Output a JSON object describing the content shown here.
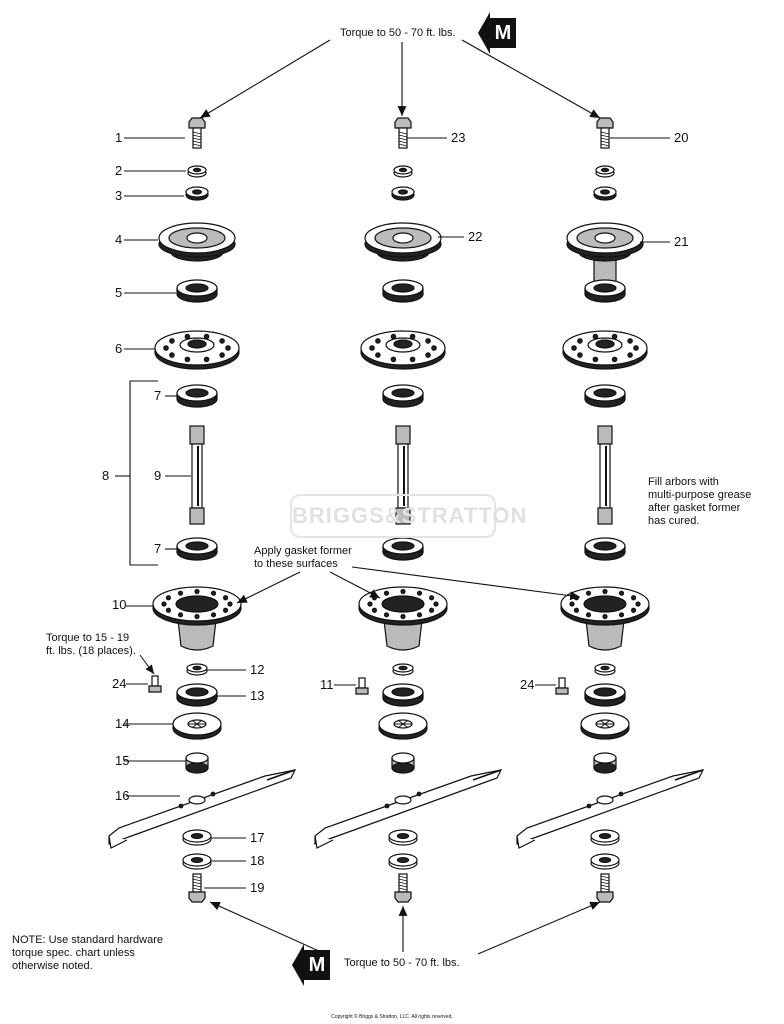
{
  "notes": {
    "top_torque": "Torque to 50 - 70 ft. lbs.",
    "bottom_torque": "Torque to 50 - 70 ft. lbs.",
    "side_torque": [
      "Torque to 15 - 19",
      "ft. lbs. (18 places)."
    ],
    "grease": [
      "Fill arbors with",
      "multi-purpose grease",
      "after gasket former",
      "has cured."
    ],
    "gasket": [
      "Apply gasket former",
      "to these surfaces"
    ],
    "hardware": [
      "NOTE: Use standard hardware",
      "torque spec. chart unless",
      "otherwise noted."
    ]
  },
  "badges": {
    "top": "M",
    "bottom": "M"
  },
  "watermark": "BRIGGS&STRATTON",
  "copyright": "Copyright © Briggs & Stratton, LLC. All rights reserved.",
  "callouts": [
    "1",
    "2",
    "3",
    "4",
    "5",
    "6",
    "7",
    "8",
    "9",
    "7",
    "10",
    "12",
    "13",
    "14",
    "15",
    "16",
    "17",
    "18",
    "19",
    "23",
    "22",
    "11",
    "20",
    "21",
    "24",
    "24"
  ]
}
